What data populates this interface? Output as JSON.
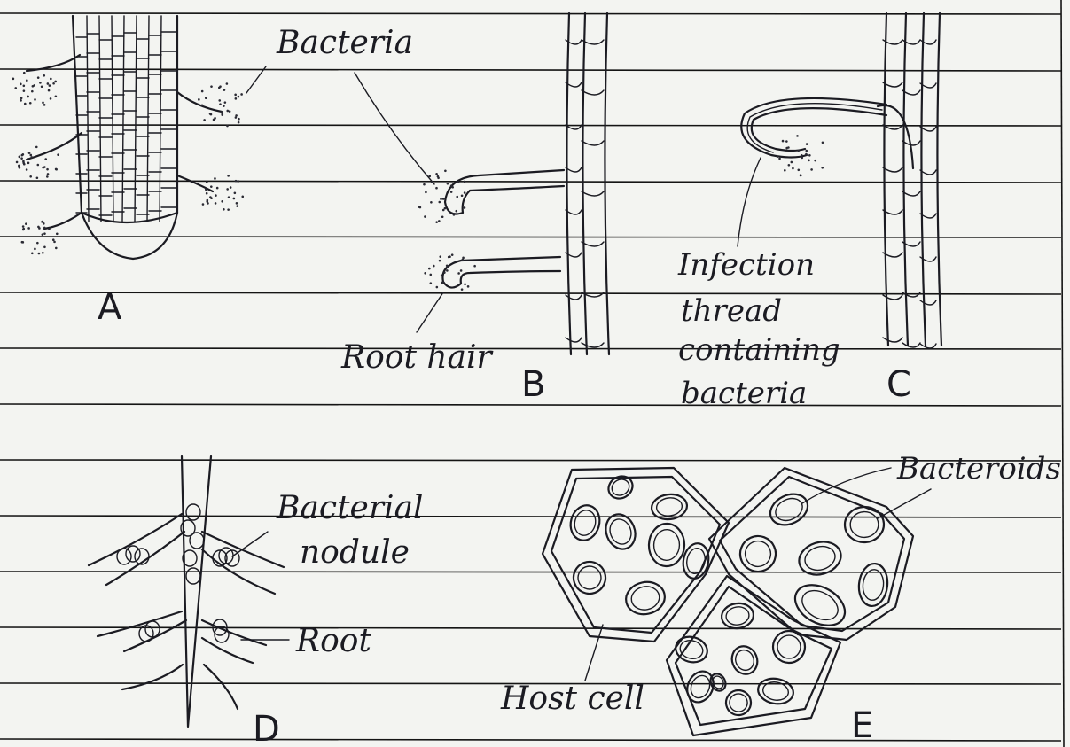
{
  "diagram": {
    "panels": [
      {
        "id": "A",
        "caption": "A"
      },
      {
        "id": "B",
        "caption": "B"
      },
      {
        "id": "C",
        "caption": "C"
      },
      {
        "id": "D",
        "caption": "D"
      },
      {
        "id": "E",
        "caption": "E"
      }
    ],
    "labels": {
      "bacteria": "Bacteria",
      "root_hair": "Root hair",
      "infection_thread_1": "Infection",
      "infection_thread_2": "thread",
      "infection_thread_3": "containing",
      "infection_thread_4": "bacteria",
      "bacterial_nodule_1": "Bacterial",
      "bacterial_nodule_2": "nodule",
      "root": "Root",
      "host_cell": "Host cell",
      "bacteroids": "Bacteroids"
    },
    "colors": {
      "paper": "#f3f4f1",
      "ink": "#1b1b22",
      "rule": "#141414"
    }
  }
}
